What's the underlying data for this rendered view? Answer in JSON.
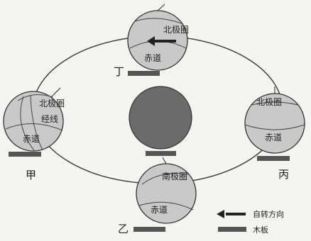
{
  "globes": {
    "ding": {
      "position": "丁",
      "pole_circle": "北极圈",
      "equator": "赤道"
    },
    "bing": {
      "position": "丙",
      "pole_circle": "北极圈",
      "equator": "赤道"
    },
    "yi": {
      "position": "乙",
      "pole_circle": "南极圈",
      "equator": "赤道"
    },
    "jia": {
      "position": "甲",
      "pole_circle": "北极圈",
      "meridian_line": "经线",
      "equator": "赤道"
    }
  },
  "legend": {
    "rotation_direction": "自转方向",
    "wood_board": "木板"
  },
  "colors": {
    "globe": "#c9c9c9",
    "center_ball": "#6b6b6b",
    "board": "#555555",
    "line": "#444444"
  }
}
